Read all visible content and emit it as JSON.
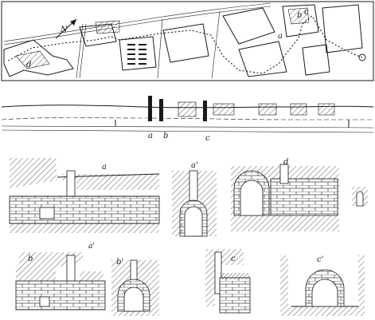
{
  "plan": {
    "labels": {
      "north": "N",
      "d": "d",
      "a": "a",
      "b": "b",
      "c": "c"
    }
  },
  "profile": {
    "labels": {
      "a": "a",
      "b": "b",
      "c": "c"
    }
  },
  "details": {
    "a_long": "a",
    "a_cross": "a'",
    "d_long": "d",
    "b_long": "b",
    "b_cross": "b'",
    "c_long": "c",
    "c_cross": "c'",
    "mark_small": "a'"
  }
}
